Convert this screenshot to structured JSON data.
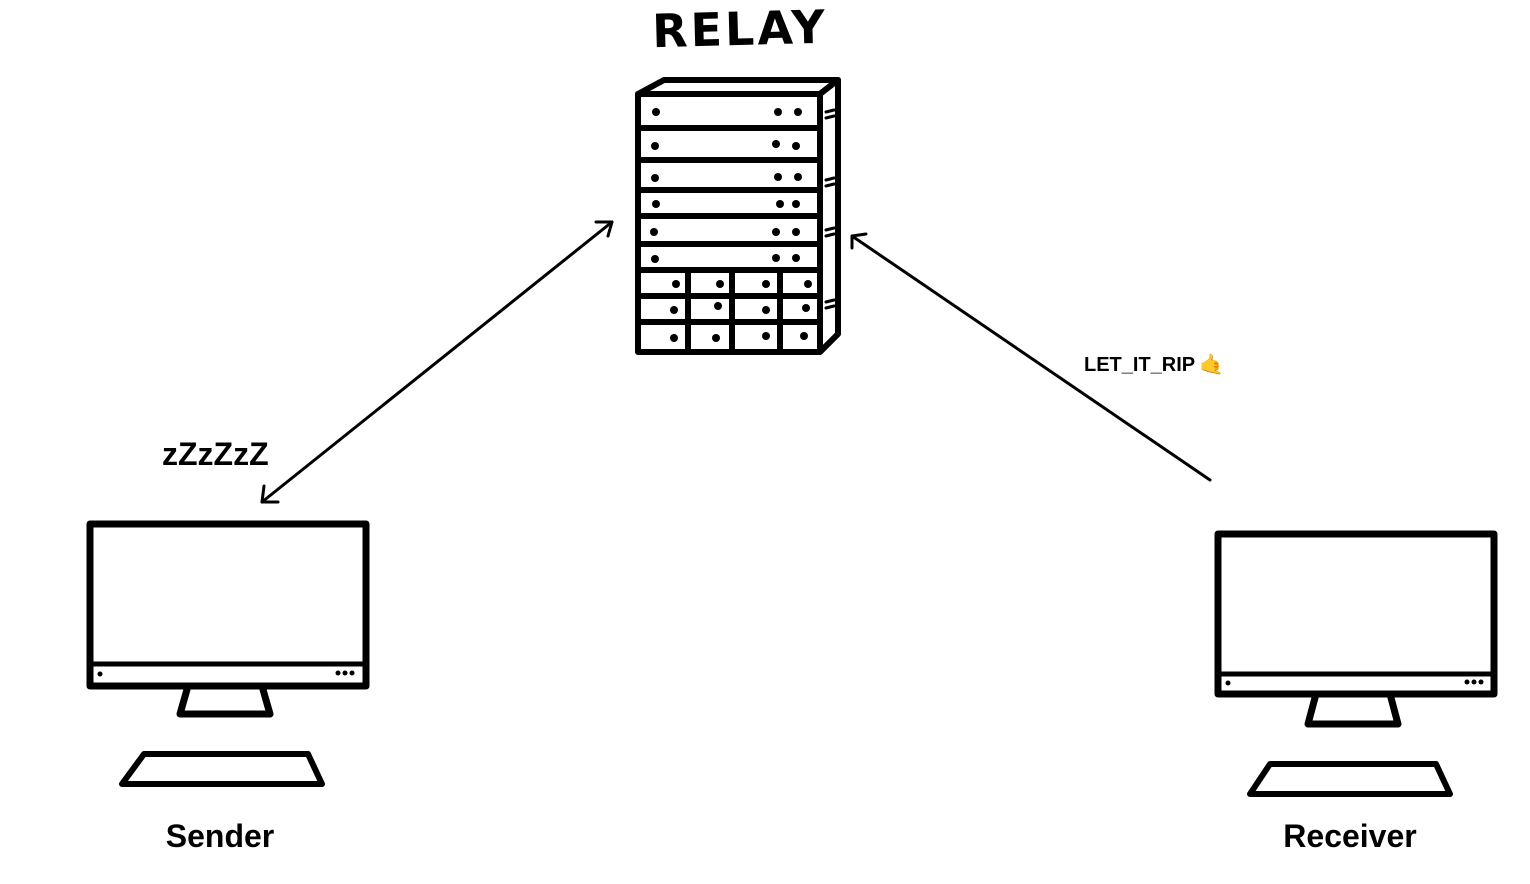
{
  "relay": {
    "title": "RELAY"
  },
  "sender": {
    "label": "Sender",
    "status": "zZzZzZ"
  },
  "receiver": {
    "label": "Receiver"
  },
  "link": {
    "message": "LET_IT_RIP",
    "emoji": "🤙"
  },
  "colors": {
    "ink": "#000000",
    "background": "#ffffff",
    "emoji": "#f4c04a"
  },
  "icons": [
    "server-rack-icon",
    "desktop-monitor-icon",
    "keyboard-icon",
    "arrow-icon"
  ]
}
